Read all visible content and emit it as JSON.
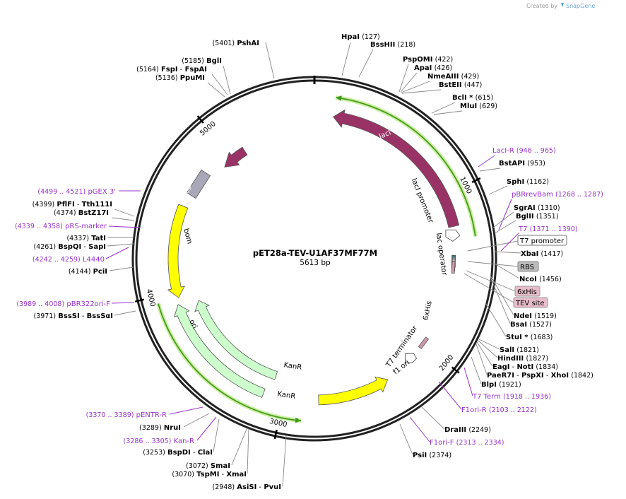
{
  "credit": {
    "text": "Created by",
    "brand": "SnapGene"
  },
  "plasmid": {
    "name": "pET28a-TEV-U1AF37MF77M",
    "size": "5613 bp",
    "total_bp": 5613
  },
  "ticks": [
    {
      "bp": 1000,
      "label": "1000"
    },
    {
      "bp": 2000,
      "label": "2000"
    },
    {
      "bp": 3000,
      "label": "3000"
    },
    {
      "bp": 4000,
      "label": "4000"
    },
    {
      "bp": 5000,
      "label": "5000"
    }
  ],
  "features": [
    {
      "name": "lacI",
      "start": 118,
      "end": 1200,
      "color": "#993366",
      "strand": "-",
      "kind": "arrow"
    },
    {
      "name": "lacI promoter",
      "start": 1200,
      "end": 1280,
      "color": "#ffffff",
      "strand": "-",
      "kind": "promoter"
    },
    {
      "name": "lac operator",
      "start": 1420,
      "end": 1450,
      "color": "#999999",
      "kind": "box"
    },
    {
      "name": "6xHis",
      "start": 1960,
      "end": 1990,
      "color": "#cc99aa",
      "kind": "box"
    },
    {
      "name": "T7 terminator",
      "start": 2090,
      "end": 2130,
      "color": "#ffffff",
      "kind": "terminator"
    },
    {
      "name": "f1 ori",
      "start": 2320,
      "end": 2780,
      "color": "#ffff00",
      "strand": "-",
      "kind": "arrow"
    },
    {
      "name": "KanR",
      "start": 3090,
      "end": 3900,
      "color": "#ccffcc",
      "strand": "+",
      "kind": "arrow"
    },
    {
      "name": "ori",
      "start": 3960,
      "end": 4550,
      "color": "#ffff00",
      "strand": "-",
      "kind": "arrow"
    },
    {
      "name": "bom",
      "start": 4690,
      "end": 4750,
      "color": "#a8a8b8",
      "kind": "box"
    },
    {
      "name": "rop",
      "start": 4920,
      "end": 5100,
      "color": "#993366",
      "strand": "-",
      "kind": "arrow"
    }
  ],
  "inner_labels": {
    "lacI": "lacI",
    "lacI_promoter": "lacI promoter",
    "lac_operator": "lac operator",
    "sixhis": "6xHis",
    "t7term": "T7 terminator",
    "f1ori": "f1 ori",
    "kanr1": "KanR",
    "kanr2": "KanR",
    "ori": "ori",
    "bom": "bom",
    "rop": "rop"
  },
  "boxed_labels": {
    "t7_promoter": "T7 promoter",
    "rbs": "RBS",
    "sixhis": "6xHis",
    "tev_site": "TEV site"
  },
  "right_labels": [
    {
      "name": "HpaI",
      "pos": "(127)",
      "type": "enzyme"
    },
    {
      "name": "BssHII",
      "pos": "(218)",
      "type": "enzyme"
    },
    {
      "name": "PspOMI",
      "pos": "(422)",
      "type": "enzyme"
    },
    {
      "name": "ApaI",
      "pos": "(426)",
      "type": "enzyme"
    },
    {
      "name": "NmeAIII",
      "pos": "(429)",
      "type": "enzyme"
    },
    {
      "name": "BstEII",
      "pos": "(447)",
      "type": "enzyme"
    },
    {
      "name": "BclI *",
      "pos": "(615)",
      "type": "enzyme"
    },
    {
      "name": "MluI",
      "pos": "(629)",
      "type": "enzyme"
    },
    {
      "name": "LacI-R",
      "pos": "(946 .. 965)",
      "type": "primer"
    },
    {
      "name": "BstAPI",
      "pos": "(953)",
      "type": "enzyme"
    },
    {
      "name": "SphI",
      "pos": "(1162)",
      "type": "enzyme"
    },
    {
      "name": "pBRrevBam",
      "pos": "(1268 .. 1287)",
      "type": "primer"
    },
    {
      "name": "SgrAI",
      "pos": "(1310)",
      "type": "enzyme"
    },
    {
      "name": "BglII",
      "pos": "(1351)",
      "type": "enzyme"
    },
    {
      "name": "T7",
      "pos": "(1371 .. 1390)",
      "type": "primer"
    },
    {
      "name": "XbaI",
      "pos": "(1417)",
      "type": "enzyme"
    },
    {
      "name": "NcoI",
      "pos": "(1456)",
      "type": "enzyme"
    },
    {
      "name": "NdeI",
      "pos": "(1519)",
      "type": "enzyme"
    },
    {
      "name": "BsaI",
      "pos": "(1527)",
      "type": "enzyme"
    },
    {
      "name": "StuI *",
      "pos": "(1683)",
      "type": "enzyme"
    },
    {
      "name": "SalI",
      "pos": "(1821)",
      "type": "enzyme"
    },
    {
      "name": "HindIII",
      "pos": "(1827)",
      "type": "enzyme"
    },
    {
      "name": "EagI",
      "name2": "NotI",
      "pos": "(1834)",
      "type": "enzyme"
    },
    {
      "name": "PaeR7I",
      "name2": "PspXI",
      "name3": "XhoI",
      "pos": "(1842)",
      "type": "enzyme"
    },
    {
      "name": "BlpI",
      "pos": "(1921)",
      "type": "enzyme"
    },
    {
      "name": "T7 Term",
      "pos": "(1918 .. 1936)",
      "type": "primer"
    },
    {
      "name": "F1ori-R",
      "pos": "(2103 .. 2122)",
      "type": "primer"
    },
    {
      "name": "DraIII",
      "pos": "(2249)",
      "type": "enzyme"
    },
    {
      "name": "F1ori-F",
      "pos": "(2313 .. 2334)",
      "type": "primer"
    },
    {
      "name": "PsiI",
      "pos": "(2374)",
      "type": "enzyme"
    }
  ],
  "left_labels": [
    {
      "name": "PshAI",
      "pos": "(5401)",
      "type": "enzyme"
    },
    {
      "name": "BglI",
      "pos": "(5185)",
      "type": "enzyme"
    },
    {
      "name": "FspI",
      "name2": "FspAI",
      "pos": "(5164)",
      "type": "enzyme"
    },
    {
      "name": "PpuMI",
      "pos": "(5136)",
      "type": "enzyme"
    },
    {
      "name": "pGEX 3'",
      "pos": "(4499 .. 4521)",
      "type": "primer"
    },
    {
      "name": "PflFI",
      "name2": "Tth111I",
      "pos": "(4399)",
      "type": "enzyme"
    },
    {
      "name": "BstZ17I",
      "pos": "(4374)",
      "type": "enzyme"
    },
    {
      "name": "pRS-marker",
      "pos": "(4339 .. 4358)",
      "type": "primer"
    },
    {
      "name": "TatI",
      "pos": "(4337)",
      "type": "enzyme"
    },
    {
      "name": "BspQI",
      "name2": "SapI",
      "pos": "(4261)",
      "type": "enzyme"
    },
    {
      "name": "L4440",
      "pos": "(4242 .. 4259)",
      "type": "primer"
    },
    {
      "name": "PciI",
      "pos": "(4144)",
      "type": "enzyme"
    },
    {
      "name": "pBR322ori-F",
      "pos": "(3989 .. 4008)",
      "type": "primer"
    },
    {
      "name": "BssSI",
      "name2": "BssSαI",
      "pos": "(3971)",
      "type": "enzyme"
    },
    {
      "name": "pENTR-R",
      "pos": "(3370 .. 3389)",
      "type": "primer"
    },
    {
      "name": "NruI",
      "pos": "(3289)",
      "type": "enzyme"
    },
    {
      "name": "Kan-R",
      "pos": "(3286 .. 3305)",
      "type": "primer"
    },
    {
      "name": "BspDI",
      "name2": "ClaI",
      "pos": "(3253)",
      "type": "enzyme"
    },
    {
      "name": "SmaI",
      "pos": "(3072)",
      "type": "enzyme"
    },
    {
      "name": "TspMI",
      "name2": "XmaI",
      "pos": "(3070)",
      "type": "enzyme"
    },
    {
      "name": "AsiSI",
      "name2": "PvuI",
      "pos": "(2948)",
      "type": "enzyme"
    }
  ]
}
